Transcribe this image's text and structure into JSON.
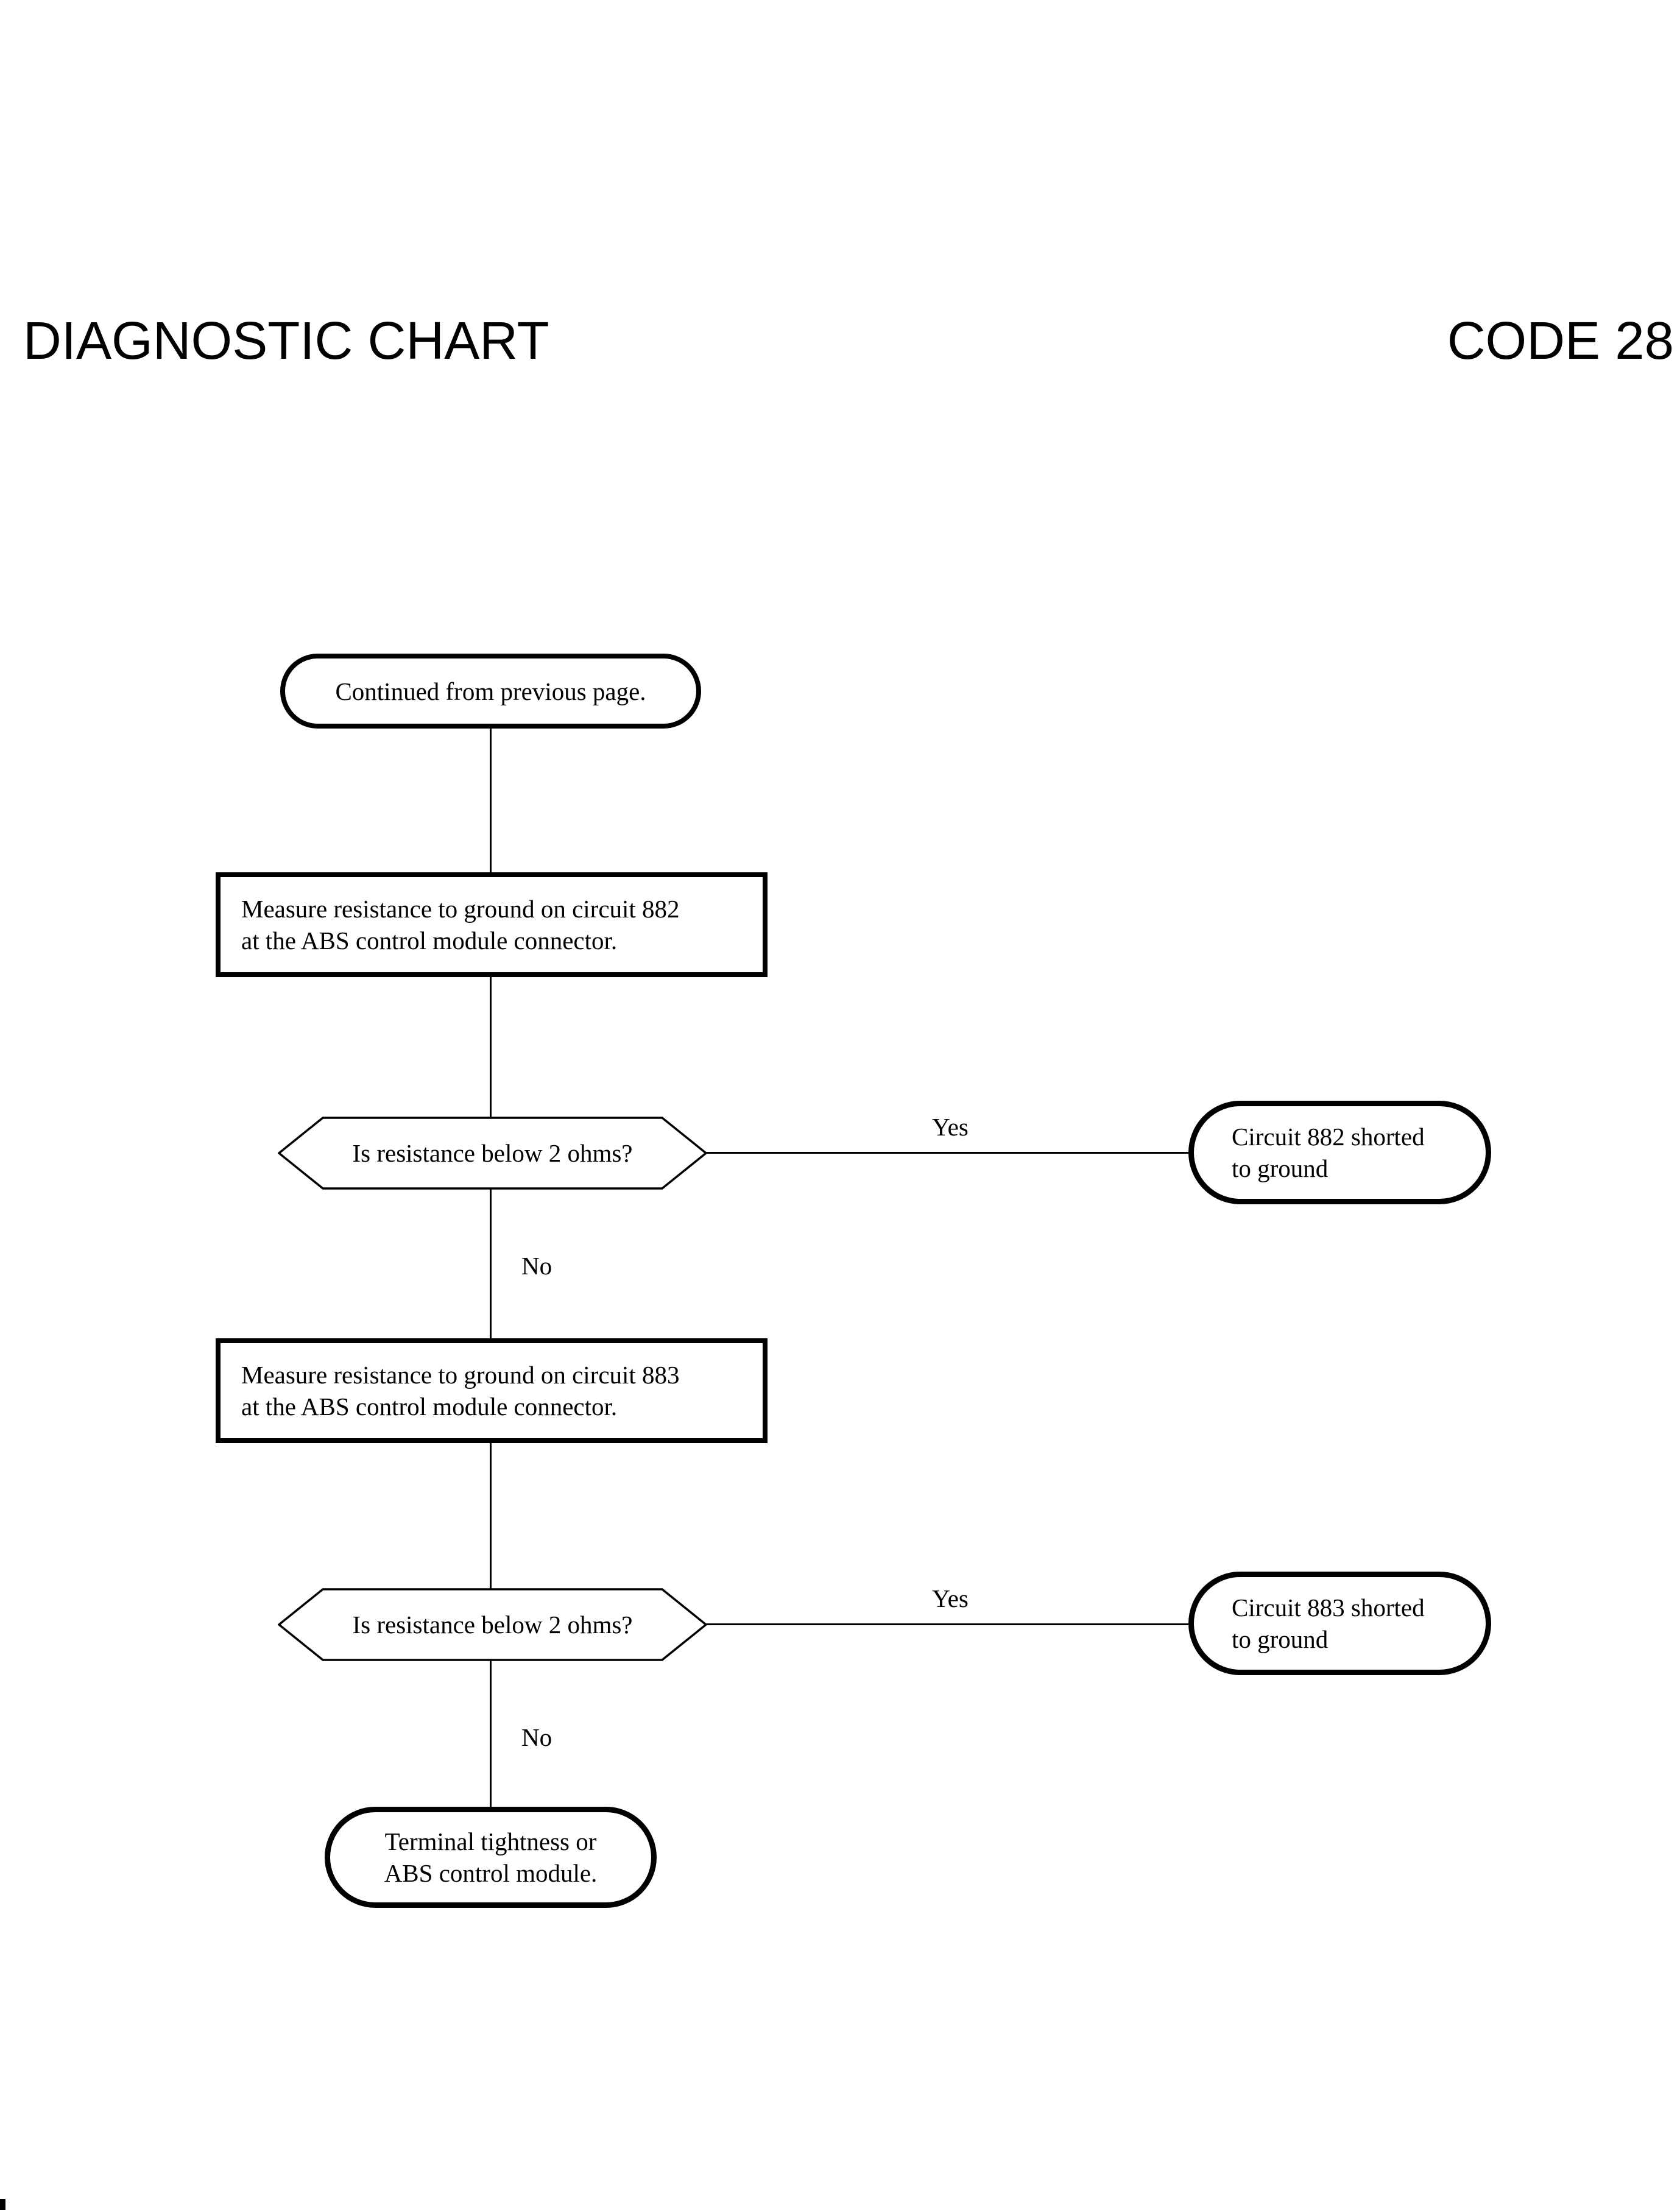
{
  "header": {
    "title": "DIAGNOSTIC CHART",
    "code": "CODE 28"
  },
  "flowchart": {
    "start": {
      "label": "Continued from previous page."
    },
    "process_882": {
      "line1": "Measure resistance to ground on circuit 882",
      "line2": "at the ABS control module connector."
    },
    "decision_882": {
      "question": "Is resistance below 2 ohms?",
      "yes": "Yes",
      "no": "No"
    },
    "result_882": {
      "line1": "Circuit 882 shorted",
      "line2": "to ground"
    },
    "process_883": {
      "line1": "Measure resistance to ground on circuit 883",
      "line2": "at the ABS control module connector."
    },
    "decision_883": {
      "question": "Is resistance below 2 ohms?",
      "yes": "Yes",
      "no": "No"
    },
    "result_883": {
      "line1": "Circuit 883 shorted",
      "line2": "to ground"
    },
    "end": {
      "line1": "Terminal tightness or",
      "line2": "ABS control module."
    }
  },
  "colors": {
    "ink": "#000000",
    "paper": "#ffffff"
  }
}
